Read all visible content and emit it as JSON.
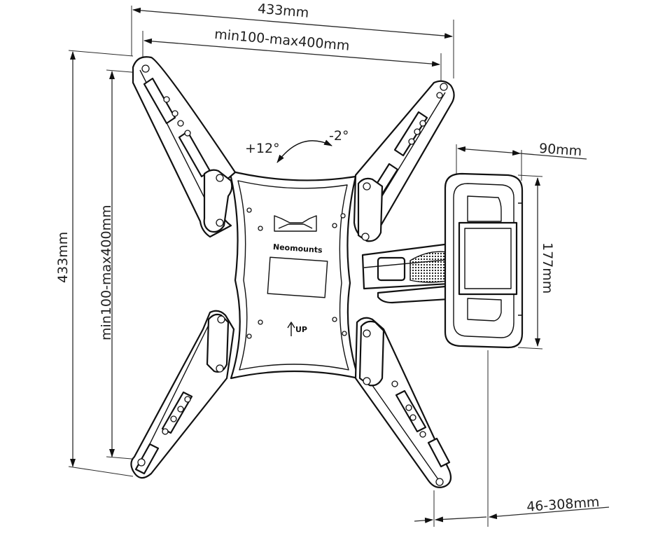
{
  "dimensions": {
    "top_overall": "433mm",
    "top_vesa": "min100-max400mm",
    "left_overall": "433mm",
    "left_vesa": "min100-max400mm",
    "tilt_up": "+12°",
    "tilt_down": "-2°",
    "wallplate_width": "90mm",
    "wallplate_height": "177mm",
    "extension": "46-308mm"
  },
  "labels": {
    "brand": "Neomounts",
    "up": "UP"
  }
}
